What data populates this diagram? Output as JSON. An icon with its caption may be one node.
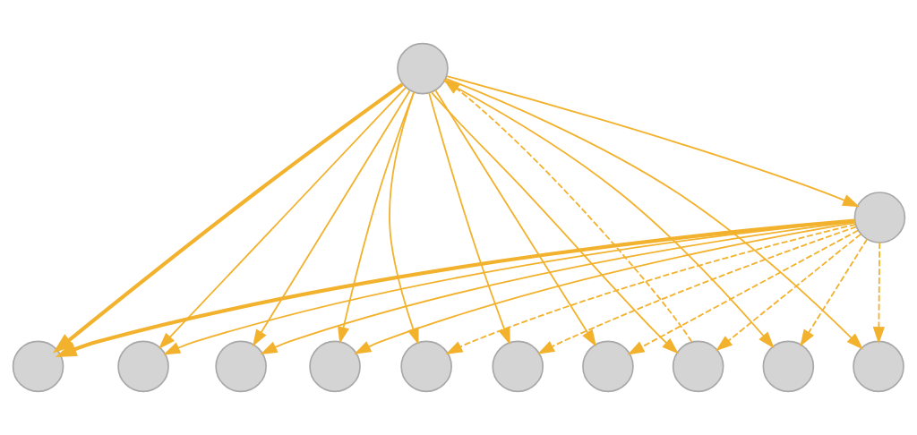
{
  "diagram": {
    "nodes": [
      {
        "text": [],
        "shape": "circle"
      },
      {
        "text": [],
        "shape": "circle"
      },
      {
        "text": [],
        "shape": "circle"
      },
      {
        "text": [],
        "shape": "circle"
      },
      {
        "text": [],
        "shape": "circle"
      },
      {
        "text": [],
        "shape": "circle"
      },
      {
        "text": [],
        "shape": "circle"
      },
      {
        "text": [],
        "shape": "circle"
      },
      {
        "text": [],
        "shape": "circle"
      },
      {
        "text": [],
        "shape": "circle"
      },
      {
        "text": [],
        "shape": "circle"
      },
      {
        "text": [],
        "shape": "circle"
      }
    ],
    "edges": [
      {
        "from": 0,
        "to": 2,
        "arrow": "to",
        "style": "thick"
      },
      {
        "from": 0,
        "to": 3,
        "arrow": "to"
      },
      {
        "from": 0,
        "to": 4,
        "arrow": "to"
      },
      {
        "from": 0,
        "to": 5,
        "arrow": "to"
      },
      {
        "from": 0,
        "to": 6,
        "arrow": "to"
      },
      {
        "from": 0,
        "to": 7,
        "arrow": "to"
      },
      {
        "from": 0,
        "to": 8,
        "arrow": "to"
      },
      {
        "from": 0,
        "to": 9,
        "arrow": "to"
      },
      {
        "from": 0,
        "to": 10,
        "arrow": "to"
      },
      {
        "from": 0,
        "to": 11,
        "arrow": "to"
      },
      {
        "from": 9,
        "to": 0,
        "arrow": "to",
        "style": "dashed"
      },
      {
        "from": 0,
        "to": 1,
        "arrow": "to"
      },
      {
        "from": 1,
        "to": 2,
        "arrow": "to",
        "style": "thick"
      },
      {
        "from": 1,
        "to": 3,
        "arrow": "to"
      },
      {
        "from": 1,
        "to": 4,
        "arrow": "to"
      },
      {
        "from": 1,
        "to": 5,
        "arrow": "to"
      },
      {
        "from": 1,
        "to": 6,
        "arrow": "to",
        "style": "dashed"
      },
      {
        "from": 1,
        "to": 7,
        "arrow": "to",
        "style": "dashed"
      },
      {
        "from": 1,
        "to": 8,
        "arrow": "to",
        "style": "dashed"
      },
      {
        "from": 1,
        "to": 9,
        "arrow": "to",
        "style": "dashed"
      },
      {
        "from": 1,
        "to": 10,
        "arrow": "to",
        "style": "dashed"
      },
      {
        "from": 1,
        "to": 11,
        "arrow": "to",
        "style": "dashed"
      }
    ]
  }
}
